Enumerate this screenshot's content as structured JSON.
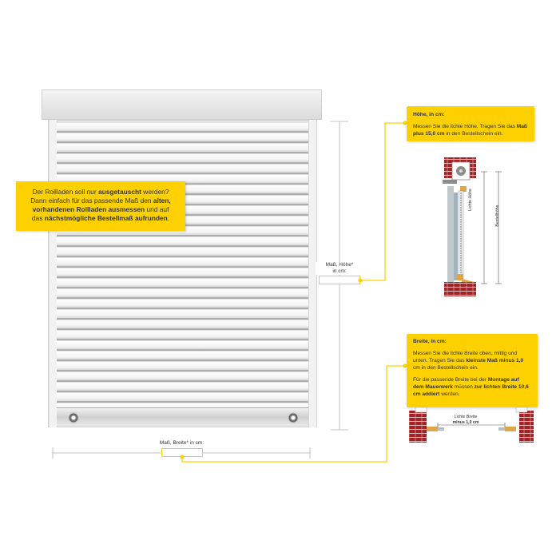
{
  "callout_main": {
    "line1_pre": "Der Rollladen soll nur ",
    "line1_bold": "ausgetauscht",
    "line1_post": " werden?",
    "line2_pre": "Dann einfach für das passende Maß den ",
    "line2_bold": "alten,",
    "line3_bold": "vorhandenen Rollladen ausmessen",
    "line3_post": " und auf",
    "line4_pre": "das ",
    "line4_bold": "nächstmögliche Bestellmaß aufrunden",
    "line4_post": "."
  },
  "height_measure": {
    "label_line1": "Maß, Höhe*",
    "label_line2": "in cm:"
  },
  "width_measure": {
    "label": "Maß, Breite* in cm:"
  },
  "callout_hoehe": {
    "title": "Höhe, in cm:",
    "text_pre": "Messen Sie die lichte Höhe. Tragen Sie das ",
    "text_bold": "Maß plus 15,0 cm",
    "text_post": " in den Bestellschein ein."
  },
  "callout_breite": {
    "title": "Breite, in cm:",
    "p1_pre": "Messen Sie die lichte Breite oben, mittig und unten. Tragen Sie das ",
    "p1_bold": "kleinste Maß minus 1,0",
    "p1_post": " cm in den Bestellschein ein.",
    "p2_pre": "Für die passende Breite bei der ",
    "p2_bold1": "Montage auf dem Mauerwerk",
    "p2_mid": " müssen ",
    "p2_bold2": "zur lichten Breite 10,6 cm addiert",
    "p2_post": " werden."
  },
  "height_section": {
    "label_clear": "Lichte Höhe",
    "label_order": "Bestellhöhe"
  },
  "width_section": {
    "label_line1": "Lichte Breite",
    "label_line2": "minus 1,0 cm"
  },
  "colors": {
    "accent_yellow": "#fdd000",
    "brick_red": "#a32226",
    "guide_grey": "#b0b0b0"
  }
}
